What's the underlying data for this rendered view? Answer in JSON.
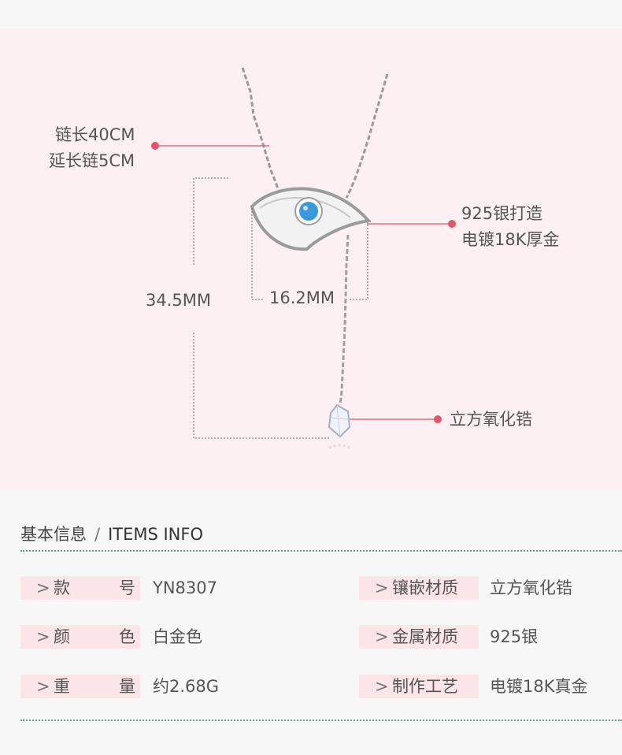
{
  "annotations": {
    "chain_length": "链长40CM",
    "extension_chain": "延长链5CM",
    "material_line1": "925银打造",
    "material_line2": "电镀18K厚金",
    "height_dim": "34.5MM",
    "width_dim": "16.2MM",
    "stone": "立方氧化锆"
  },
  "colors": {
    "hero_bg": "#fdf0f2",
    "accent": "#e6536a",
    "label_bg": "#fbe5e8",
    "divider": "#6a9a8a",
    "eye_stone": "#3a9ad9"
  },
  "section": {
    "title_cn": "基本信息",
    "separator": "/",
    "title_en": "ITEMS INFO"
  },
  "info": {
    "left": [
      {
        "marker": ">",
        "label_a": "款",
        "label_b": "号",
        "value": "YN8307"
      },
      {
        "marker": ">",
        "label_a": "颜",
        "label_b": "色",
        "value": "白金色"
      },
      {
        "marker": ">",
        "label_a": "重",
        "label_b": "量",
        "value": "约2.68G"
      }
    ],
    "right": [
      {
        "marker": ">",
        "label": "镶嵌材质",
        "value": "立方氧化锆"
      },
      {
        "marker": ">",
        "label": "金属材质",
        "value": "925银"
      },
      {
        "marker": ">",
        "label": "制作工艺",
        "value": "电镀18K真金"
      }
    ]
  }
}
